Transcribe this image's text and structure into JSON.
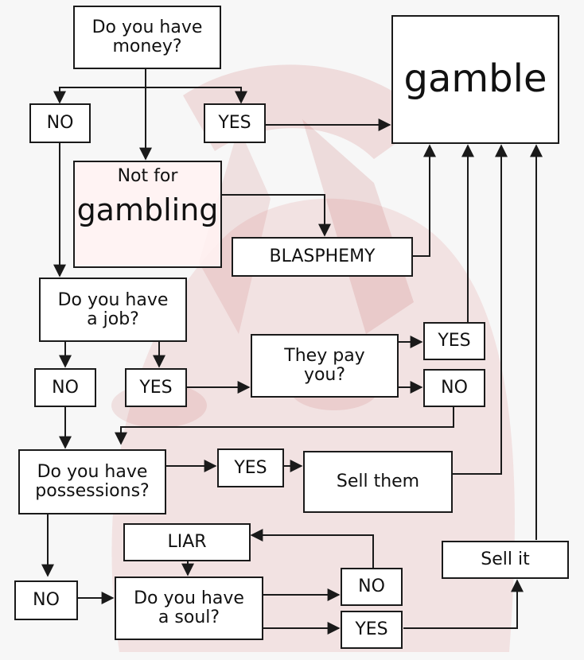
{
  "nodes": {
    "q_money": "Do you have\nmoney?",
    "no_money": "NO",
    "yes_money": "YES",
    "gamble": "gamble",
    "not_for": "Not for",
    "gambling": "gambling",
    "blasphemy": "BLASPHEMY",
    "q_job": "Do you have\na job?",
    "no_job": "NO",
    "yes_job": "YES",
    "q_pay": "They pay\nyou?",
    "yes_pay": "YES",
    "no_pay": "NO",
    "q_possessions": "Do you have\npossessions?",
    "yes_possessions": "YES",
    "sell_them": "Sell them",
    "liar": "LIAR",
    "no_possessions": "NO",
    "q_soul": "Do you have\na soul?",
    "no_soul": "NO",
    "yes_soul": "YES",
    "sell_it": "Sell it"
  },
  "colors": {
    "line": "#1a1a1a",
    "watermark": "#d98a8a"
  }
}
